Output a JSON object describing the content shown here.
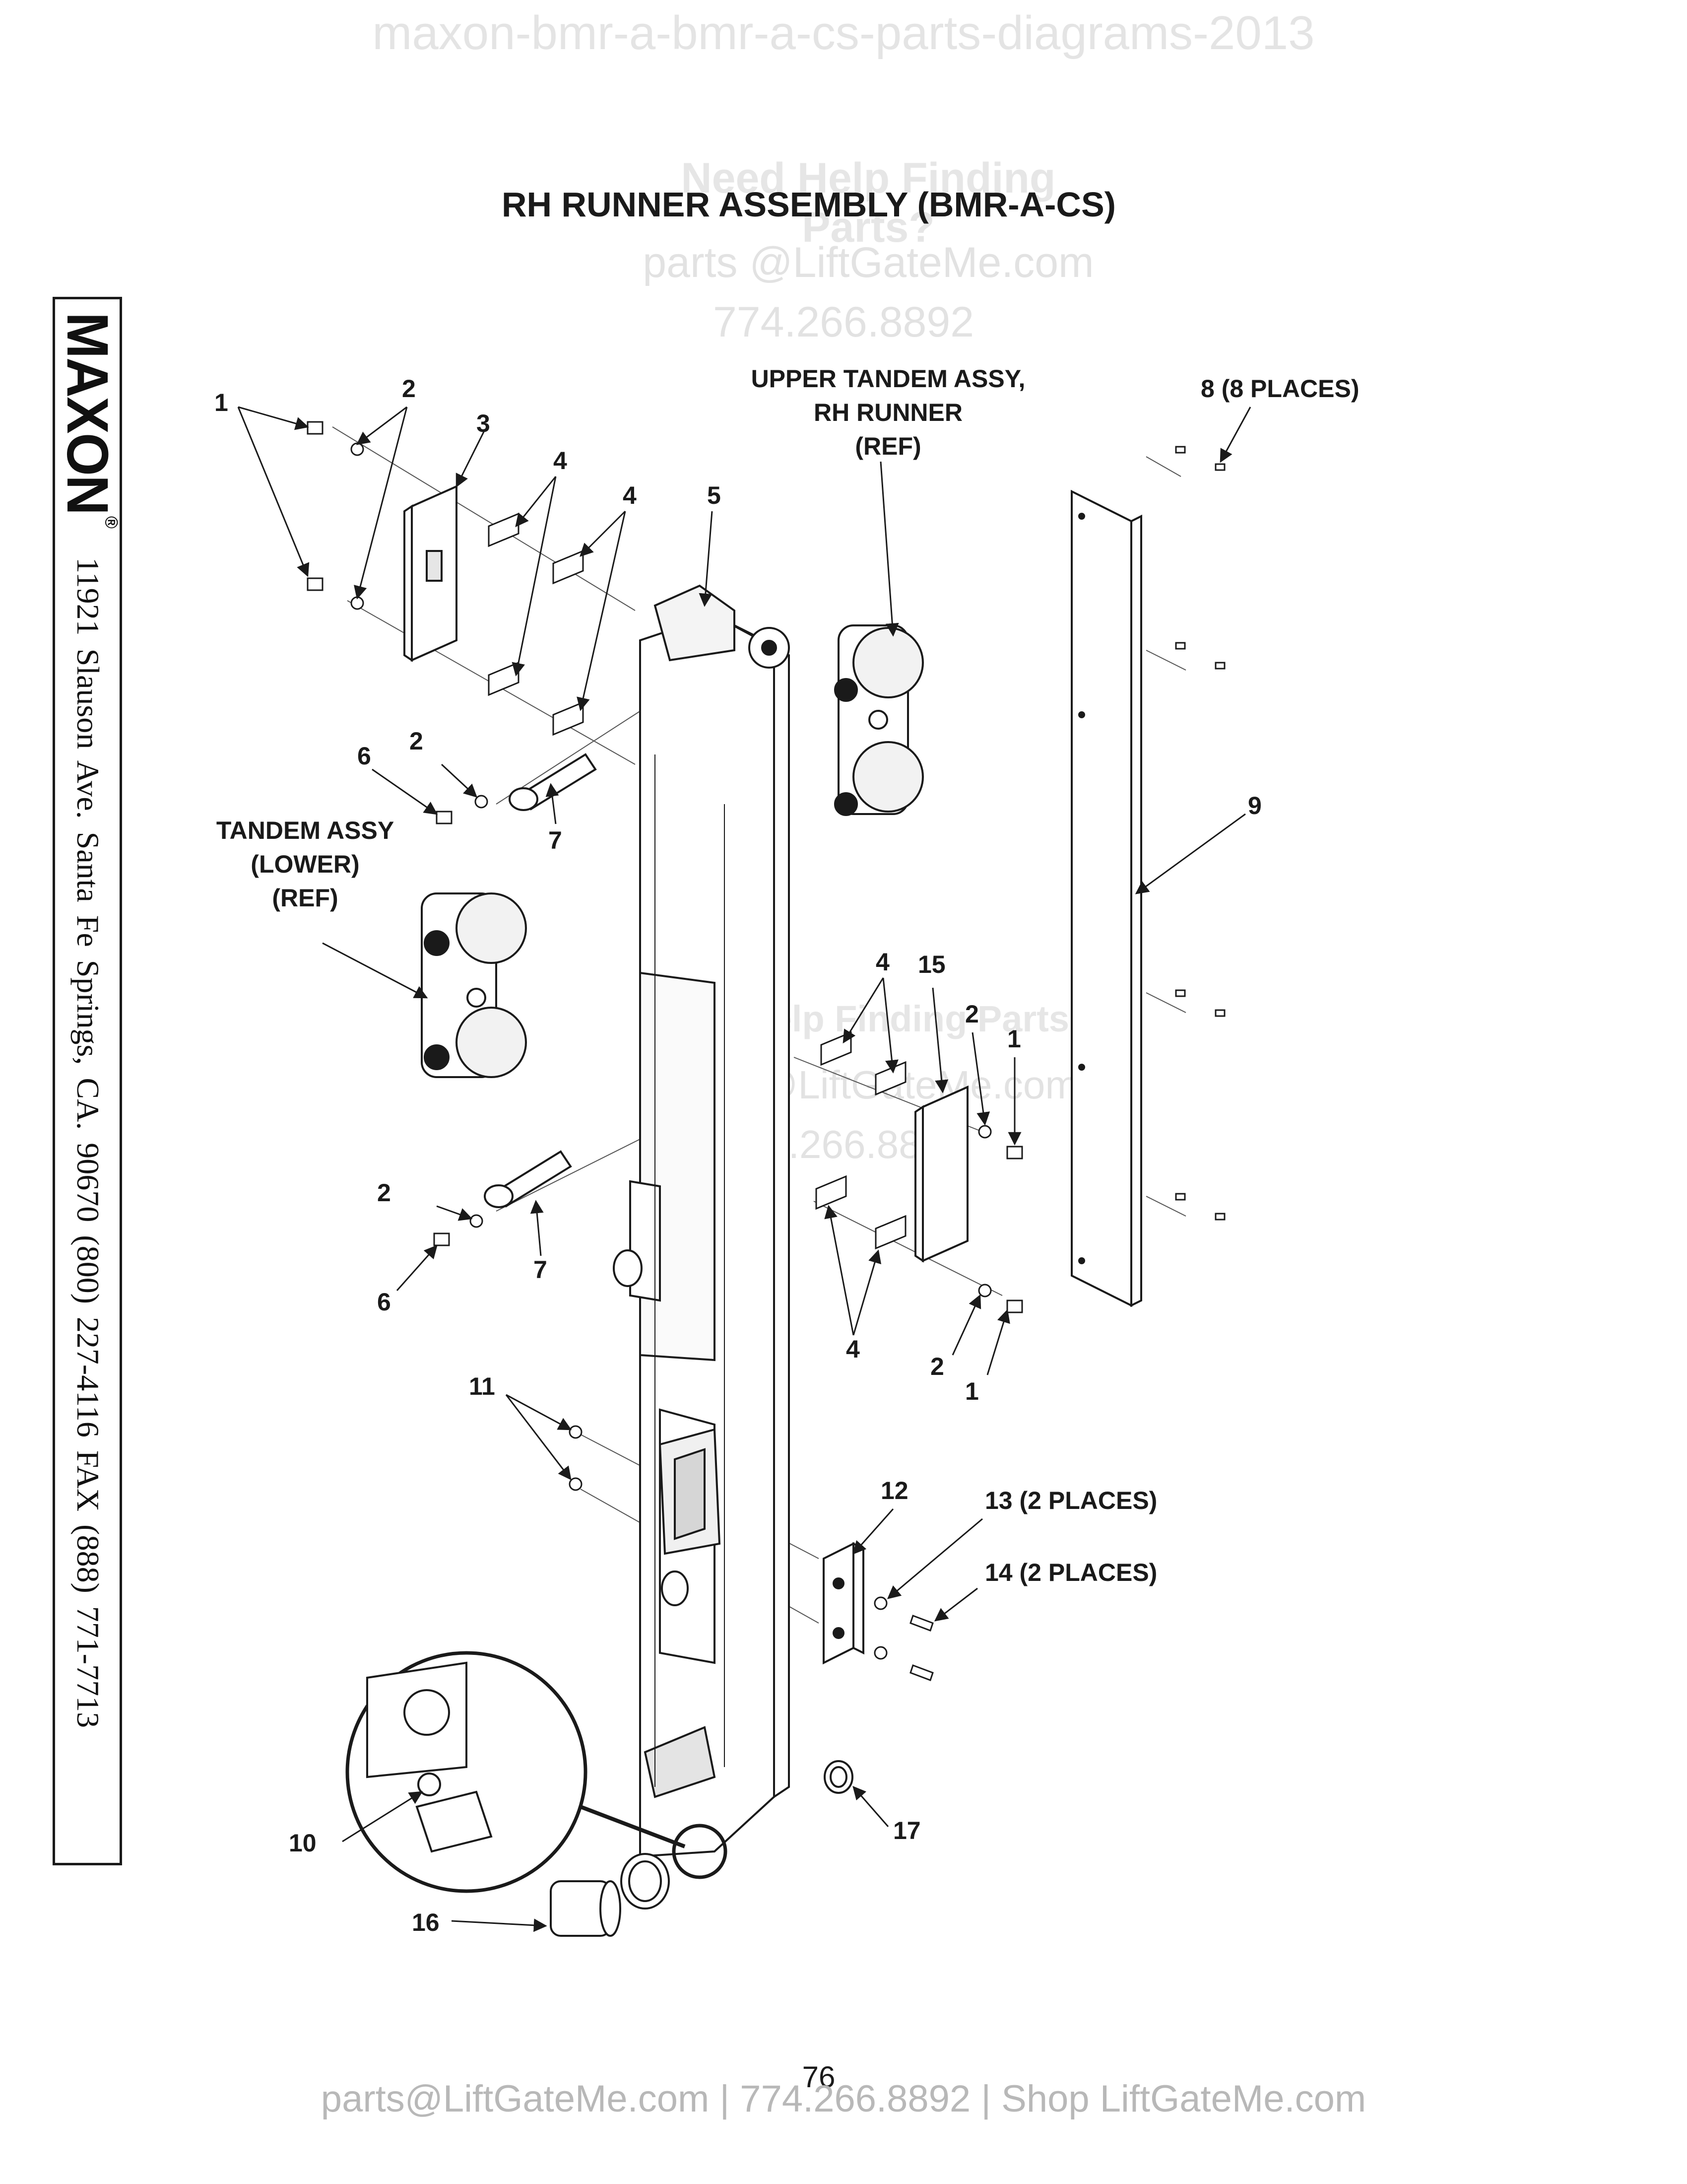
{
  "watermark_top": "maxon-bmr-a-bmr-a-cs-parts-diagrams-2013",
  "title": "RH RUNNER ASSEMBLY (BMR-A-CS)",
  "watermark": {
    "help": "Need Help Finding Parts?",
    "email": "parts @LiftGateMe.com",
    "phone": "774.266.8892"
  },
  "sidebar": {
    "logo": "MAXON",
    "registered": "®",
    "address": "11921 Slauson Ave.  Santa Fe Springs, CA.  90670  (800) 227-4116  FAX (888) 771-7713"
  },
  "labels": {
    "upper_tandem": [
      "UPPER TANDEM ASSY,",
      "RH RUNNER",
      "(REF)"
    ],
    "lower_tandem": [
      "TANDEM ASSY",
      "(LOWER)",
      "(REF)"
    ]
  },
  "callouts": {
    "c1a": "1",
    "c2a": "2",
    "c3": "3",
    "c4a": "4",
    "c4b": "4",
    "c5": "5",
    "c2b": "2",
    "c6a": "6",
    "c7a": "7",
    "c8": "8 (8 PLACES)",
    "c9": "9",
    "c4c": "4",
    "c15": "15",
    "c2c": "2",
    "c1b": "1",
    "c2d": "2",
    "c6b": "6",
    "c7b": "7",
    "c4d": "4",
    "c2e": "2",
    "c1c": "1",
    "c11": "11",
    "c12": "12",
    "c13": "13 (2 PLACES)",
    "c14": "14 (2 PLACES)",
    "c10": "10",
    "c16": "16",
    "c17": "17"
  },
  "page_number": "76",
  "footer": "parts@LiftGateMe.com | 774.266.8892 | Shop LiftGateMe.com"
}
